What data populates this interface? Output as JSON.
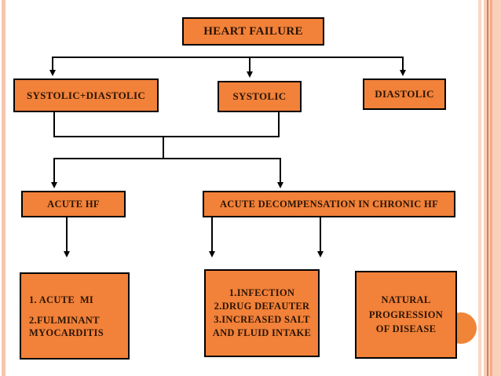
{
  "slide": {
    "colors": {
      "background": "#ffffff",
      "box_fill": "#f28139",
      "box_border": "#000000",
      "text": "#2a1505",
      "side_stripe": "#f6c5b0",
      "right_band": "#f9d0bc",
      "right_band_line": "#dd7f4a",
      "accent_circle": "#f08437"
    }
  },
  "diagram": {
    "root": {
      "label": "HEART FAILURE"
    },
    "level2": [
      {
        "label": "SYSTOLIC+DIASTOLIC"
      },
      {
        "label": "SYSTOLIC"
      },
      {
        "label": "DIASTOLIC"
      }
    ],
    "level3": [
      {
        "label": "ACUTE HF"
      },
      {
        "label": "ACUTE DECOMPENSATION IN CHRONIC HF"
      }
    ],
    "level4": {
      "acute_hf_causes": {
        "lines": [
          "1. ACUTE  MI",
          "2.FULMINANT MYOCARDITIS"
        ]
      },
      "decomp_causes": {
        "lines": [
          "1.INFECTION",
          "2.DRUG DEFAUTER",
          "3.INCREASED SALT",
          "AND FLUID INTAKE"
        ]
      },
      "natural_progression": {
        "lines": [
          "NATURAL",
          "PROGRESSION",
          "OF DISEASE"
        ]
      }
    }
  }
}
